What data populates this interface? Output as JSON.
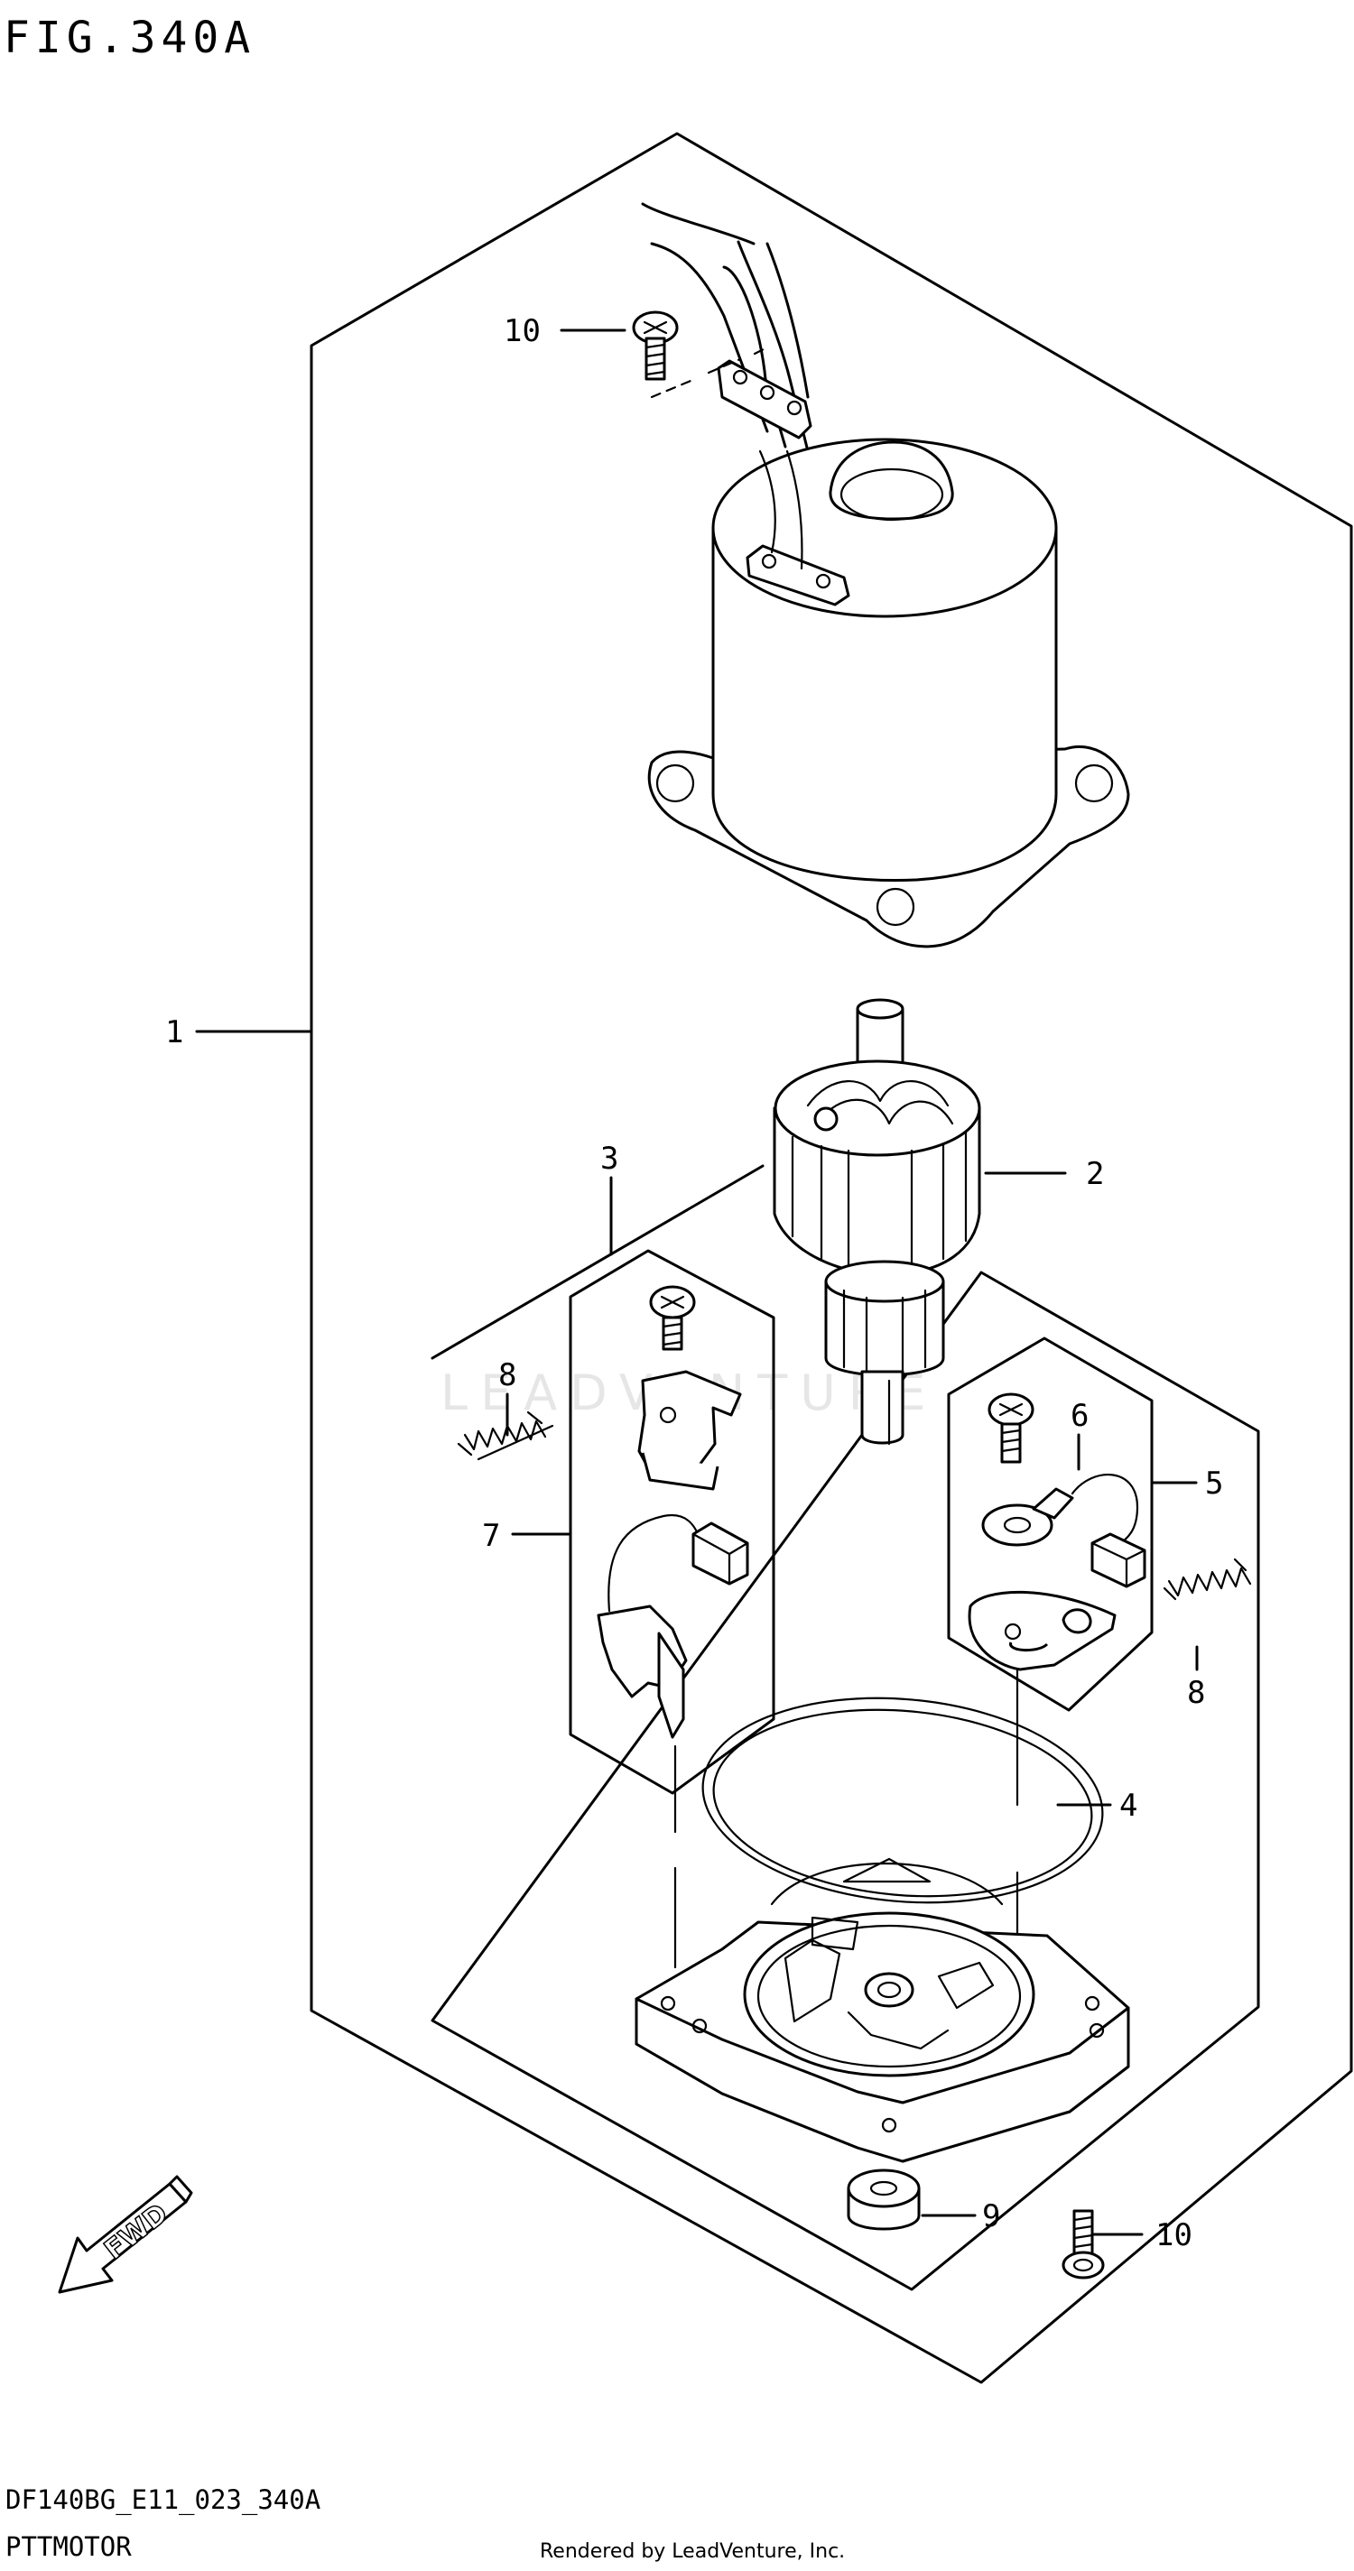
{
  "figure": {
    "title": "FIG.340A",
    "code": "DF140BG_E11_023_340A",
    "name": "PTTMOTOR",
    "credit": "Rendered by LeadVenture, Inc.",
    "watermark": "LEADVENTURE"
  },
  "direction_arrow": {
    "label": "FWD"
  },
  "callouts": {
    "c1": "1",
    "c2": "2",
    "c3": "3",
    "c4": "4",
    "c5": "5",
    "c6": "6",
    "c7": "7",
    "c8a": "8",
    "c8b": "8",
    "c9": "9",
    "c10a": "10",
    "c10b": "10"
  }
}
